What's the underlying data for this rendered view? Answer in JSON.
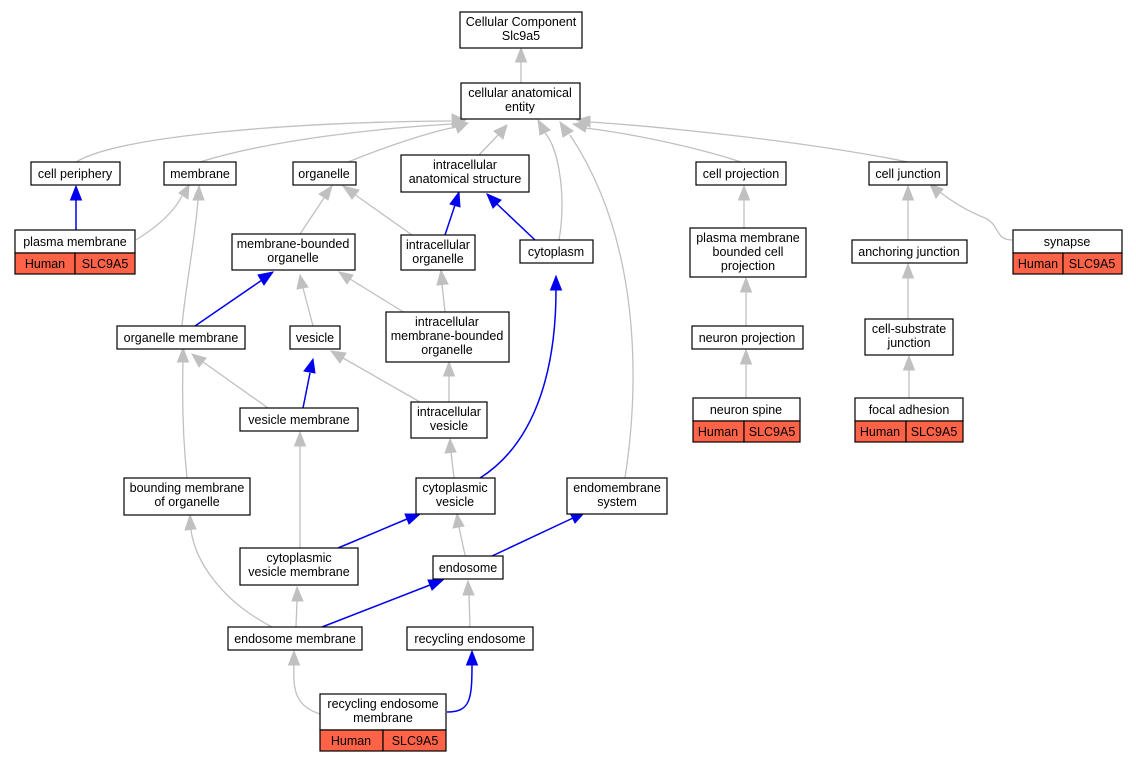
{
  "colors": {
    "annotation_fill": "#ff6347",
    "is_a_edge": "#c0c0c0",
    "part_of_edge": "#0000ee"
  },
  "nodes": {
    "root": [
      "Cellular Component",
      "Slc9a5"
    ],
    "cae": [
      "cellular anatomical",
      "entity"
    ],
    "cell_periphery": [
      "cell periphery"
    ],
    "membrane": [
      "membrane"
    ],
    "organelle": [
      "organelle"
    ],
    "ias": [
      "intracellular",
      "anatomical structure"
    ],
    "cell_projection": [
      "cell projection"
    ],
    "cell_junction": [
      "cell junction"
    ],
    "plasma_membrane": [
      "plasma membrane"
    ],
    "mbo": [
      "membrane-bounded",
      "organelle"
    ],
    "ic_organelle": [
      "intracellular",
      "organelle"
    ],
    "cytoplasm": [
      "cytoplasm"
    ],
    "pmbcp": [
      "plasma membrane",
      "bounded cell",
      "projection"
    ],
    "anchoring_junction": [
      "anchoring junction"
    ],
    "synapse": [
      "synapse"
    ],
    "organelle_membrane": [
      "organelle membrane"
    ],
    "vesicle": [
      "vesicle"
    ],
    "imbo": [
      "intracellular",
      "membrane-bounded",
      "organelle"
    ],
    "neuron_projection": [
      "neuron projection"
    ],
    "csj": [
      "cell-substrate",
      "junction"
    ],
    "vesicle_membrane": [
      "vesicle membrane"
    ],
    "ic_vesicle": [
      "intracellular",
      "vesicle"
    ],
    "neuron_spine": [
      "neuron spine"
    ],
    "focal_adhesion": [
      "focal adhesion"
    ],
    "bmo": [
      "bounding membrane",
      "of organelle"
    ],
    "cyto_vesicle": [
      "cytoplasmic",
      "vesicle"
    ],
    "endomembrane": [
      "endomembrane",
      "system"
    ],
    "cvm": [
      "cytoplasmic",
      "vesicle membrane"
    ],
    "endosome": [
      "endosome"
    ],
    "endosome_membrane": [
      "endosome membrane"
    ],
    "recycling_endosome": [
      "recycling endosome"
    ],
    "rem": [
      "recycling endosome",
      "membrane"
    ]
  },
  "annotation": {
    "species": "Human",
    "gene": "SLC9A5"
  }
}
